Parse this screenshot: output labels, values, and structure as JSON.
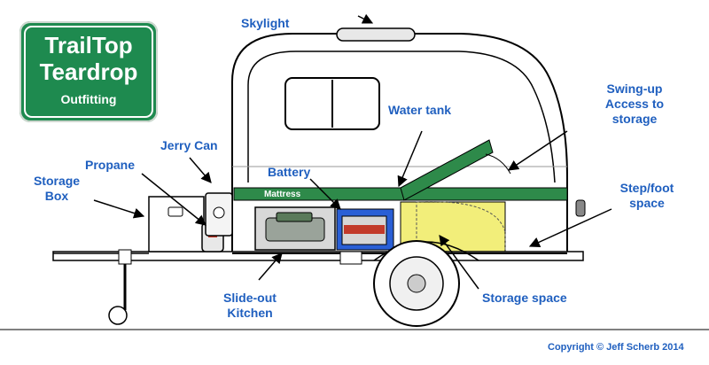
{
  "sign": {
    "line1": "TrailTop",
    "line2": "Teardrop",
    "line3": "Outfitting",
    "color": "#1e8a4f"
  },
  "labels": {
    "skylight": "Skylight",
    "water_tank": "Water tank",
    "swing_up": "Swing-up\nAccess to\nstorage",
    "jerry_can": "Jerry Can",
    "propane": "Propane",
    "storage_box": "Storage\nBox",
    "battery": "Battery",
    "step_foot": "Step/foot\nspace",
    "slide_out": "Slide-out\nKitchen",
    "storage_space": "Storage space"
  },
  "mattress_label": "Mattress",
  "copyright": "Copyright © Jeff Scherb 2014",
  "colors": {
    "label_blue": "#1f5fbf",
    "mattress_green": "#2e8a4a",
    "storage_yellow": "#f2ee7a",
    "battery_blue": "#2a5fd6"
  }
}
